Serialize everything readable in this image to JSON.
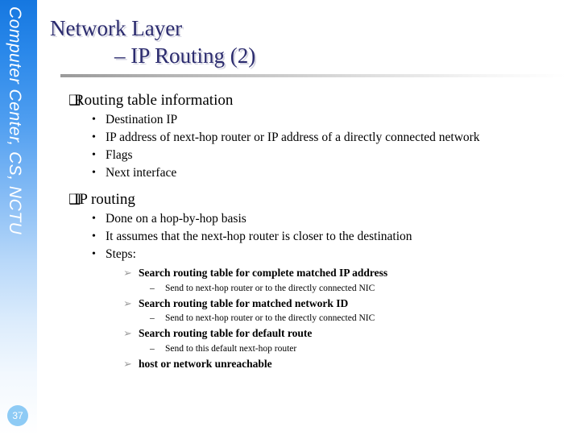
{
  "slide": {
    "page_number": "37",
    "sidebar_text": "Computer Center, CS, NCTU",
    "accent_blue": "#1577e0",
    "title_color": "#2b2b6e",
    "badge_color": "#8ecbf5"
  },
  "title": {
    "line1": "Network Layer",
    "line2": "– IP Routing (2)"
  },
  "bullets": {
    "l1_glyph": "❑",
    "l2_glyph": "•",
    "l3_glyph": "➢",
    "l4_glyph": "–"
  },
  "sections": [
    {
      "heading": "Routing table information",
      "items": [
        "Destination IP",
        "IP address of next-hop router or IP address of a directly connected network",
        "Flags",
        "Next interface"
      ]
    },
    {
      "heading": "IP routing",
      "items": [
        "Done on a hop-by-hop basis",
        "It assumes that the next-hop router is closer to the destination",
        "Steps:"
      ],
      "steps": [
        {
          "label": "Search routing table for complete matched IP address",
          "detail": "Send to next-hop router or to the directly connected NIC"
        },
        {
          "label": "Search routing table for matched network ID",
          "detail": "Send to next-hop router or to the directly connected NIC"
        },
        {
          "label": "Search routing table for default route",
          "detail": "Send to this default next-hop router"
        },
        {
          "label": "host or network unreachable",
          "detail": ""
        }
      ]
    }
  ]
}
